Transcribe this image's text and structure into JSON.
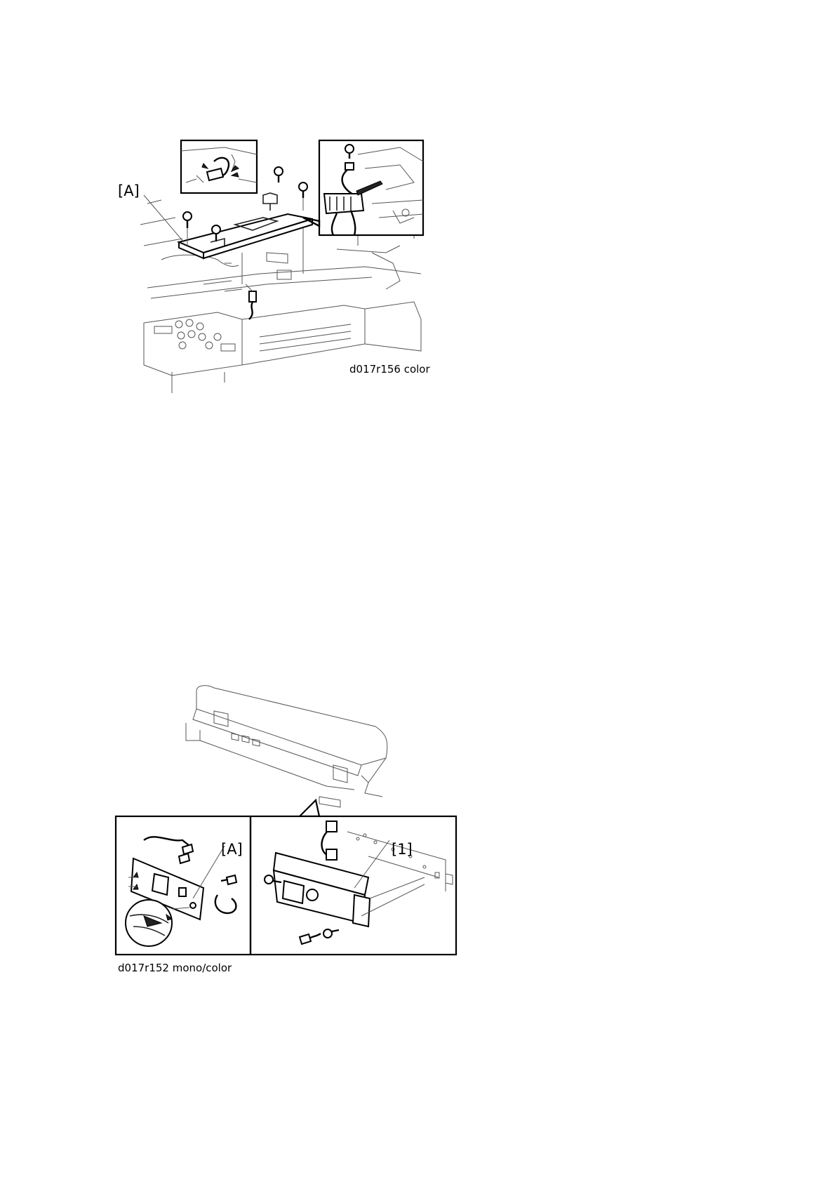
{
  "figure1": {
    "callout_a": "[A]",
    "caption": "d017r156 color"
  },
  "figure2": {
    "callout_a": "[A]",
    "callout_1": "[1]",
    "caption": "d017r152 mono/color"
  }
}
